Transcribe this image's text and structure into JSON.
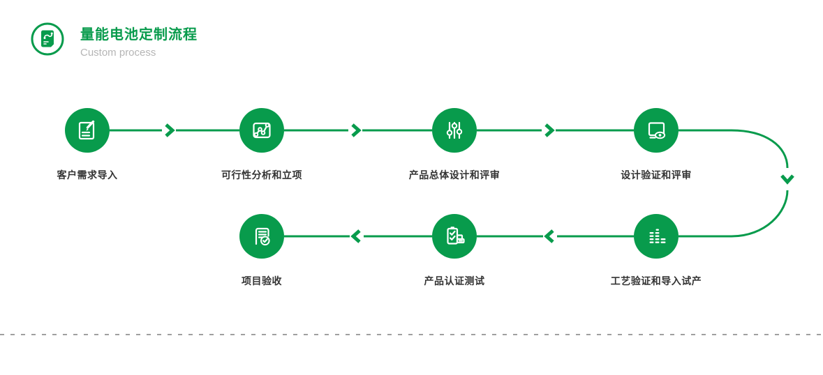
{
  "header": {
    "title": "量能电池定制流程",
    "subtitle": "Custom process"
  },
  "colors": {
    "accent": "#089b4c",
    "label": "#333333",
    "subtitle": "#b5b5b5",
    "divider": "#9f9f9f",
    "background": "#ffffff"
  },
  "flow": {
    "direction_note": "top row flows left-to-right, curves down at right edge, bottom row flows right-to-left",
    "steps": [
      {
        "label": "客户需求导入",
        "icon": "edit-document-icon"
      },
      {
        "label": "可行性分析和立项",
        "icon": "line-chart-icon"
      },
      {
        "label": "产品总体设计和评审",
        "icon": "sliders-icon"
      },
      {
        "label": "设计验证和评审",
        "icon": "monitor-review-icon"
      },
      {
        "label": "工艺验证和导入试产",
        "icon": "equalizer-icon"
      },
      {
        "label": "产品认证测试",
        "icon": "certification-truck-icon"
      },
      {
        "label": "项目验收",
        "icon": "document-check-icon"
      }
    ]
  }
}
